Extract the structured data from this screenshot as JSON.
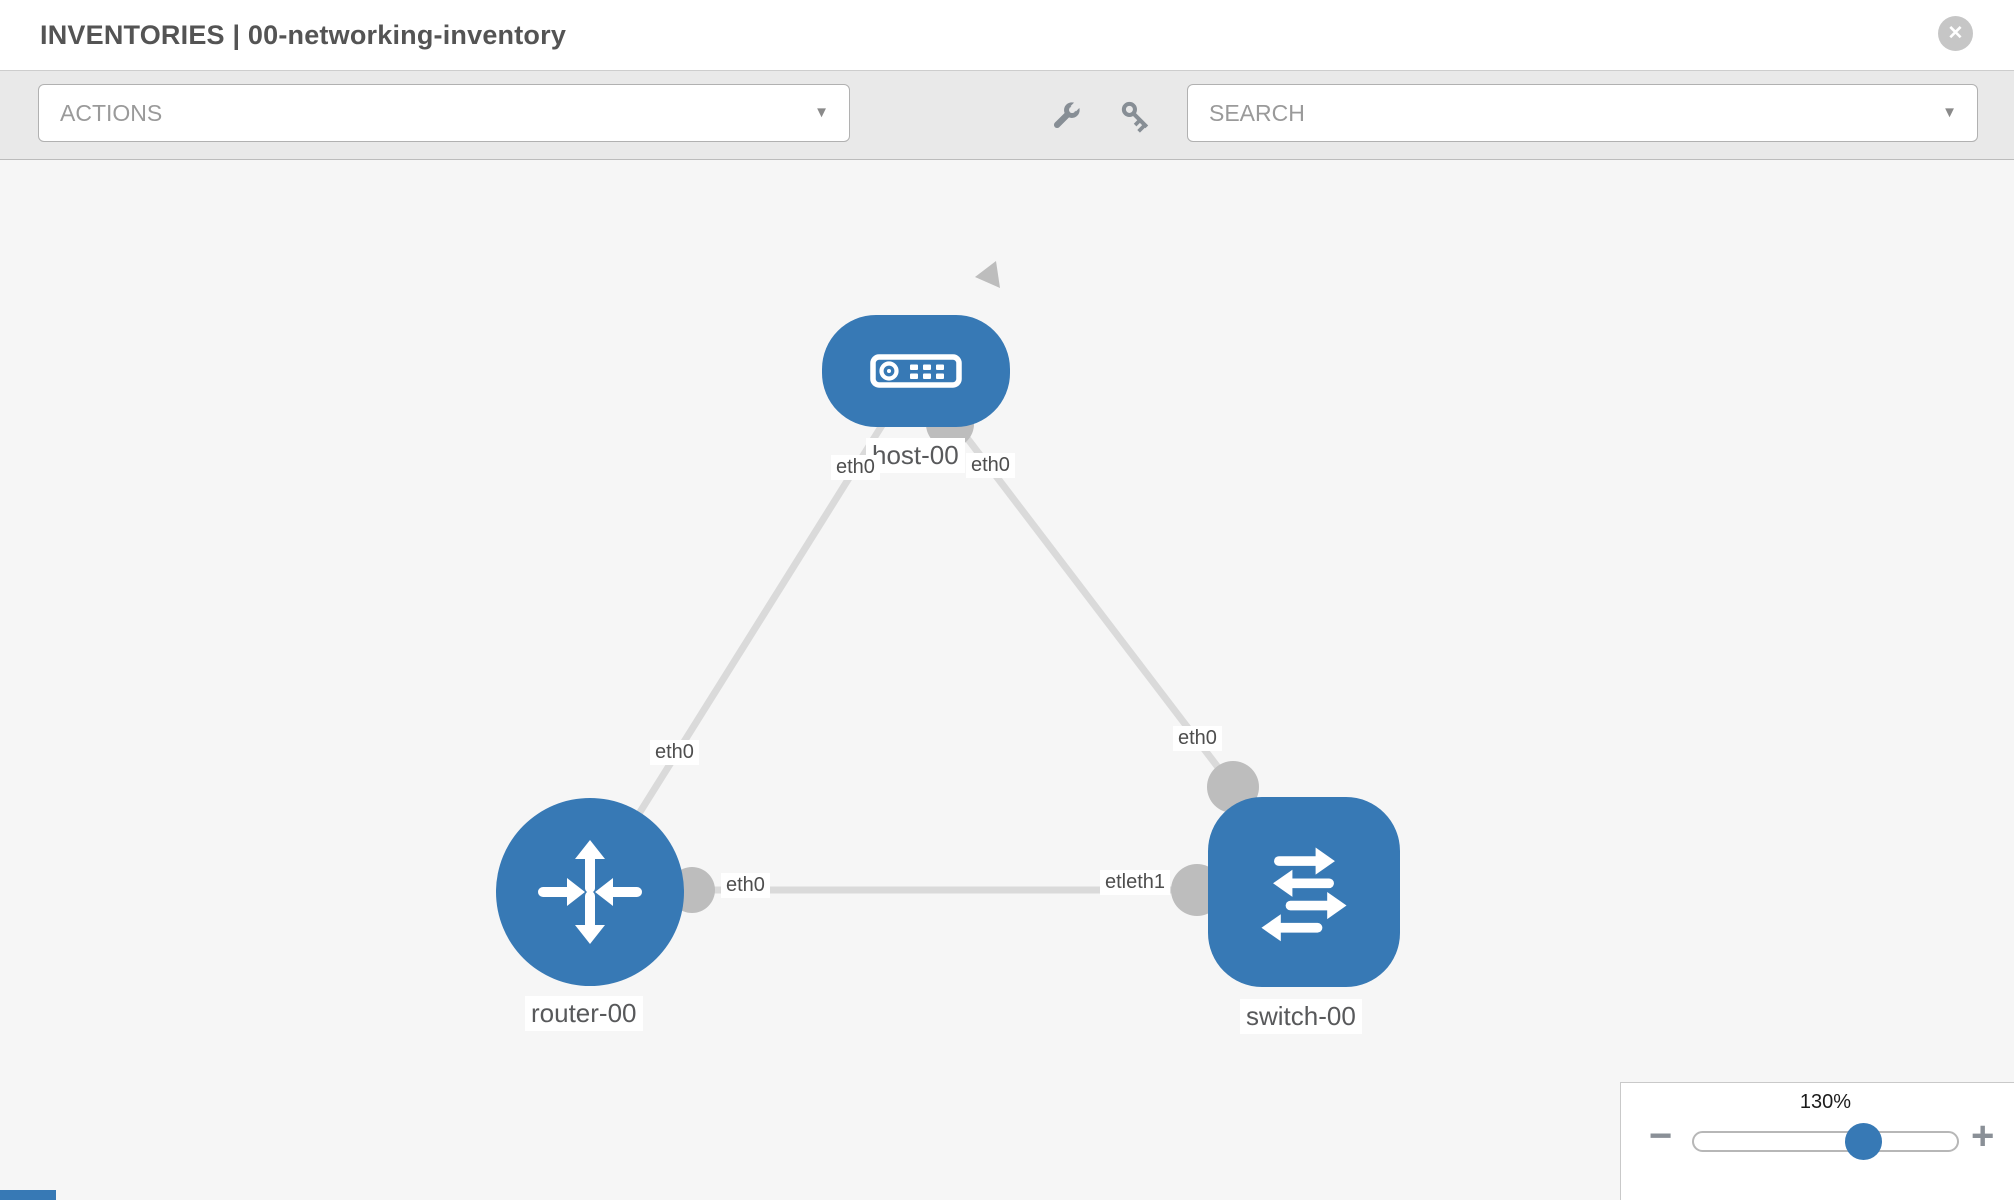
{
  "header": {
    "title": "INVENTORIES | 00-networking-inventory"
  },
  "toolbar": {
    "actions": {
      "label": "ACTIONS"
    },
    "search": {
      "placeholder": "SEARCH"
    }
  },
  "icons": {
    "close": "✕",
    "caret": "▼",
    "wrench": "wrench-icon",
    "key": "key-icon"
  },
  "topology": {
    "nodes": [
      {
        "id": "host-00",
        "type": "host",
        "label": "host-00"
      },
      {
        "id": "router-00",
        "type": "router",
        "label": "router-00"
      },
      {
        "id": "switch-00",
        "type": "switch",
        "label": "switch-00"
      }
    ],
    "links": [
      {
        "from": "host-00",
        "to": "router-00"
      },
      {
        "from": "host-00",
        "to": "switch-00"
      },
      {
        "from": "router-00",
        "to": "switch-00"
      }
    ],
    "interface_labels": [
      {
        "link": "host-router",
        "end": "host",
        "text": "eth0"
      },
      {
        "link": "host-switch",
        "end": "host",
        "text": "eth0"
      },
      {
        "link": "host-router",
        "end": "router",
        "text": "eth0"
      },
      {
        "link": "host-switch",
        "end": "switch",
        "text": "eth0"
      },
      {
        "link": "router-switch",
        "end": "router",
        "text": "eth0"
      },
      {
        "link": "router-switch",
        "end": "switch",
        "text": "etleth1"
      }
    ]
  },
  "zoom_control": {
    "level": "130%",
    "minus": "−",
    "plus": "+"
  },
  "colors": {
    "node_blue": "#3779b5",
    "link_gray": "#dadada",
    "port_gray": "#bdbdbd",
    "toolbar_bg": "#e9e9e9",
    "canvas_bg": "#f6f6f6"
  }
}
